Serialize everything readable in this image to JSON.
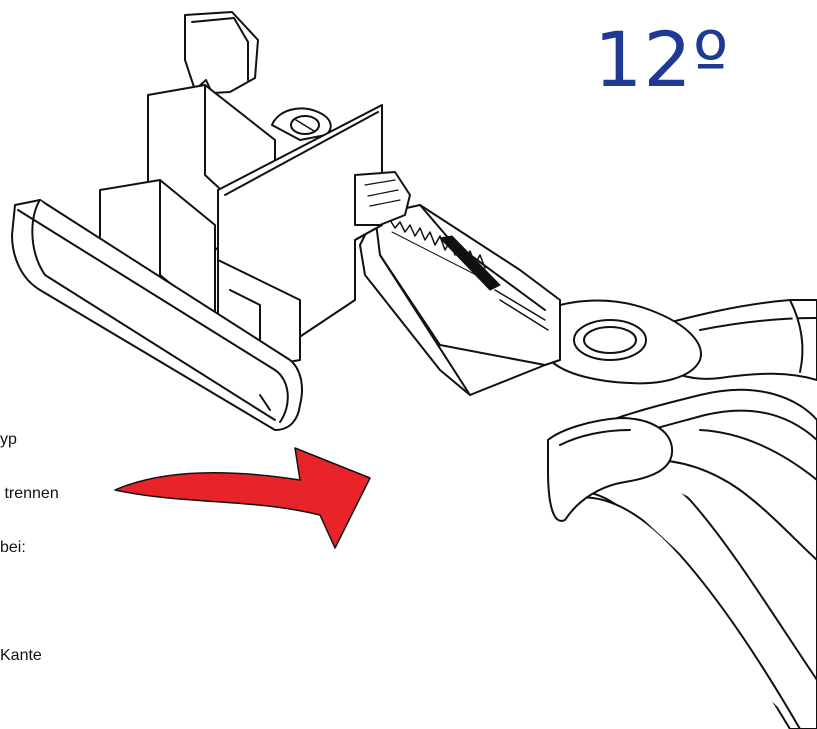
{
  "angle_label": "12º",
  "instructions": {
    "lines": [
      "yp",
      " trennen",
      "bei:",
      "",
      "Kante"
    ]
  },
  "colors": {
    "angle_text": "#1f3a93",
    "arrow_fill": "#e8242a",
    "line_art": "#111111"
  },
  "icons": {
    "rotation_arrow": "curved-arrow-icon"
  }
}
